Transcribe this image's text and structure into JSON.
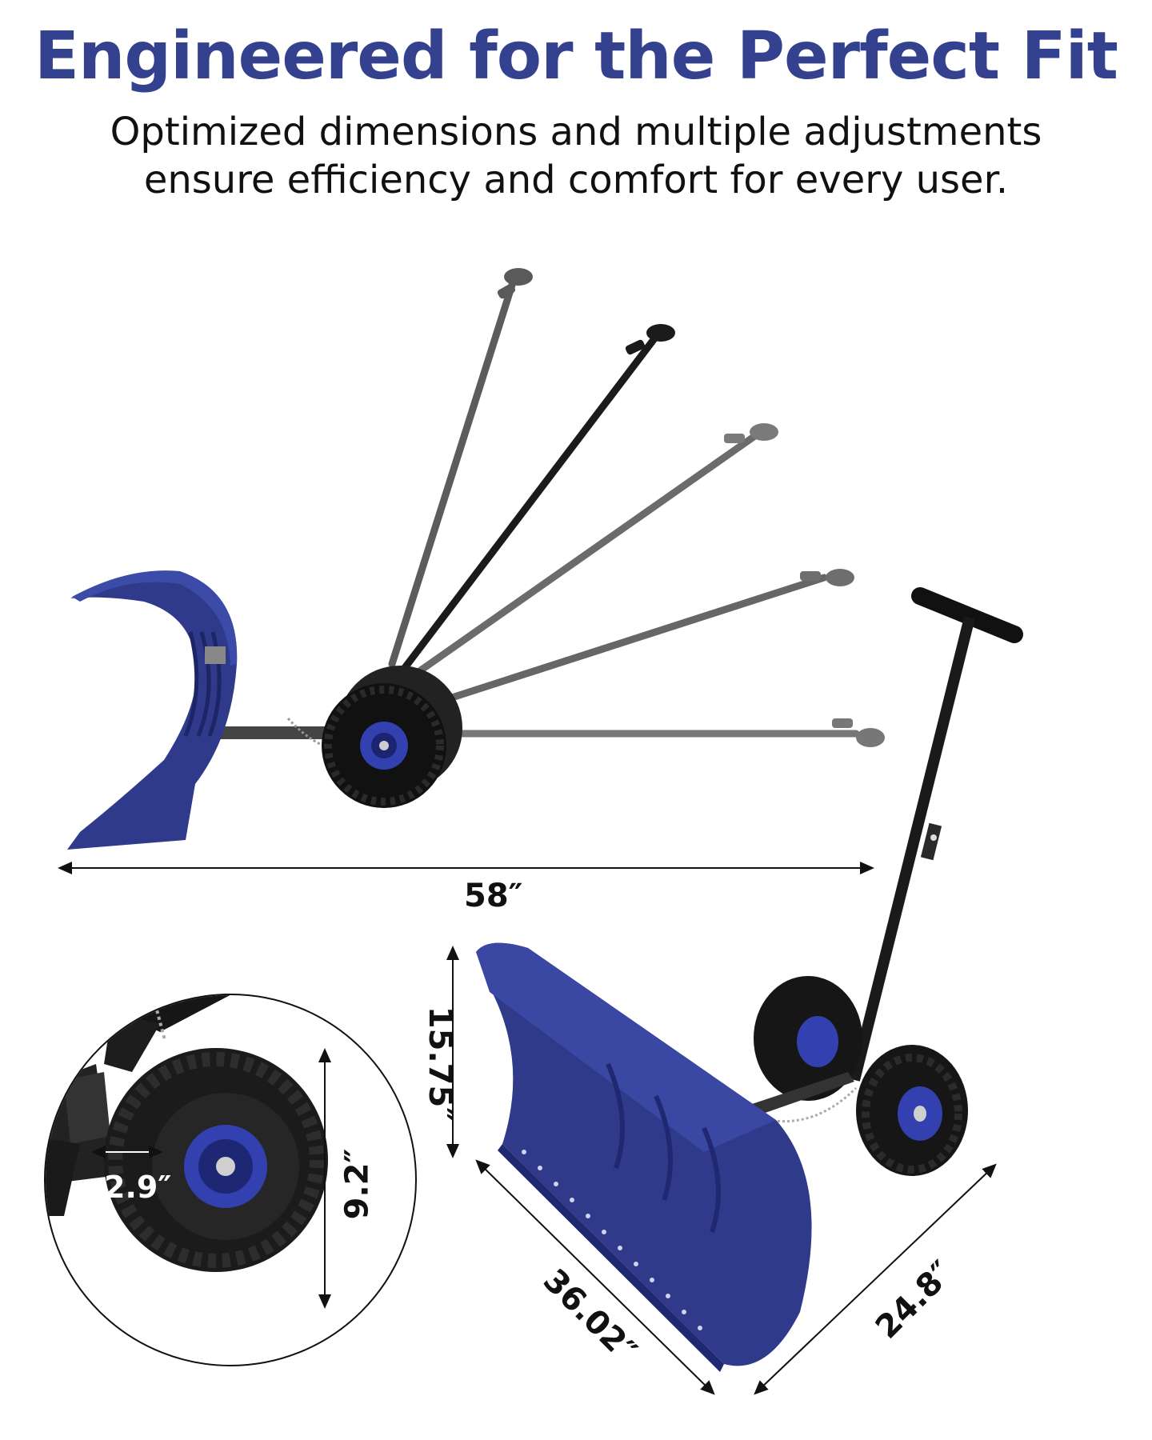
{
  "header": {
    "title": "Engineered for the Perfect Fit",
    "subtitle": "Optimized dimensions and multiple adjustments ensure efficiency and comfort for every user."
  },
  "dimensions": {
    "overall_length": "58″",
    "blade_height": "15.75″",
    "wheel_diameter": "9.2″",
    "wheel_width": "2.9″",
    "blade_width": "36.02″",
    "blade_depth": "24.8″"
  },
  "colors": {
    "title": "#34418f",
    "blade_blue": "#2f3a8a",
    "tire": "#1a1a1a",
    "handle": "#222222"
  },
  "icons": [
    "snow-shovel-side-view",
    "snow-shovel-3d-view",
    "wheel-closeup"
  ]
}
